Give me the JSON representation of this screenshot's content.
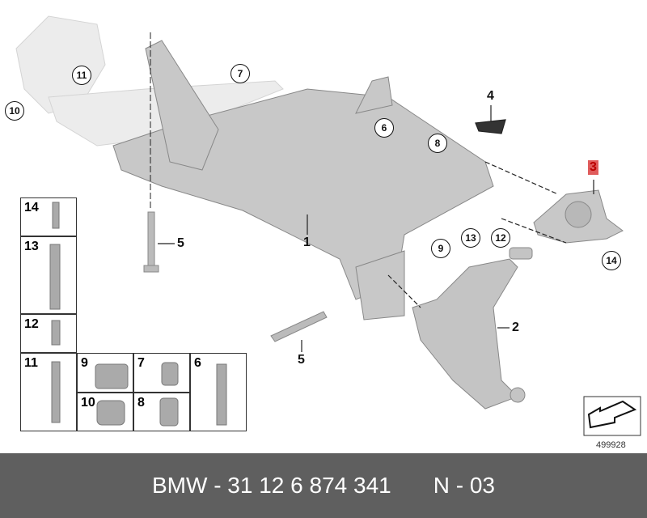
{
  "callouts_circled": {
    "c11": "11",
    "c10": "10",
    "c7": "7",
    "c6": "6",
    "c8": "8",
    "c9": "9",
    "c13": "13",
    "c12": "12",
    "c14": "14"
  },
  "callouts_plain": {
    "p4": "4",
    "p3": "3",
    "p5a": "5",
    "p1": "1",
    "p2": "2",
    "p5b": "5"
  },
  "parts_table": [
    "14",
    "13",
    "12",
    "11",
    "9",
    "7",
    "6",
    "10",
    "8"
  ],
  "reference_number": "499928",
  "footer": {
    "part_number": "BMW - 31 12 6 874 341",
    "revision": "N - 03"
  },
  "colors": {
    "highlight": "#e05c5c",
    "footer_bg": "#5f5f5f"
  }
}
